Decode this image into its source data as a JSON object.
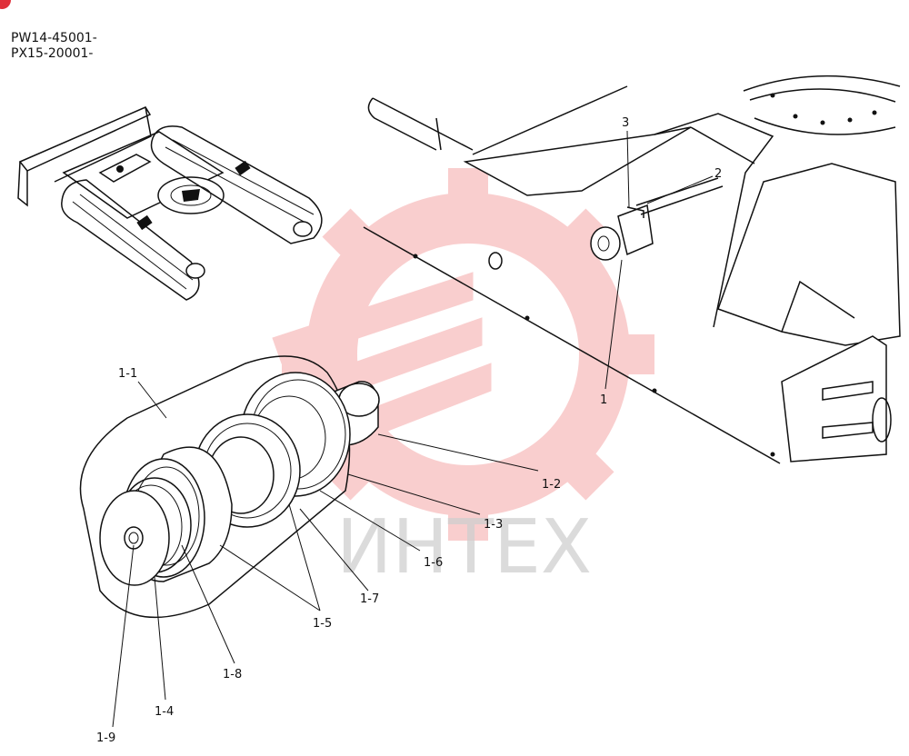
{
  "corner_mark_color": "#e0303a",
  "watermark_color": "#f08080",
  "serial_numbers": [
    "PW14-45001-",
    "PX15-20001-"
  ],
  "watermark_text": "ИНТЕХ",
  "callouts": {
    "c1": "1",
    "c2": "2",
    "c3": "3",
    "c1_1": "1-1",
    "c1_2": "1-2",
    "c1_3": "1-3",
    "c1_4": "1-4",
    "c1_5": "1-5",
    "c1_6": "1-6",
    "c1_7": "1-7",
    "c1_8": "1-8",
    "c1_9": "1-9"
  }
}
